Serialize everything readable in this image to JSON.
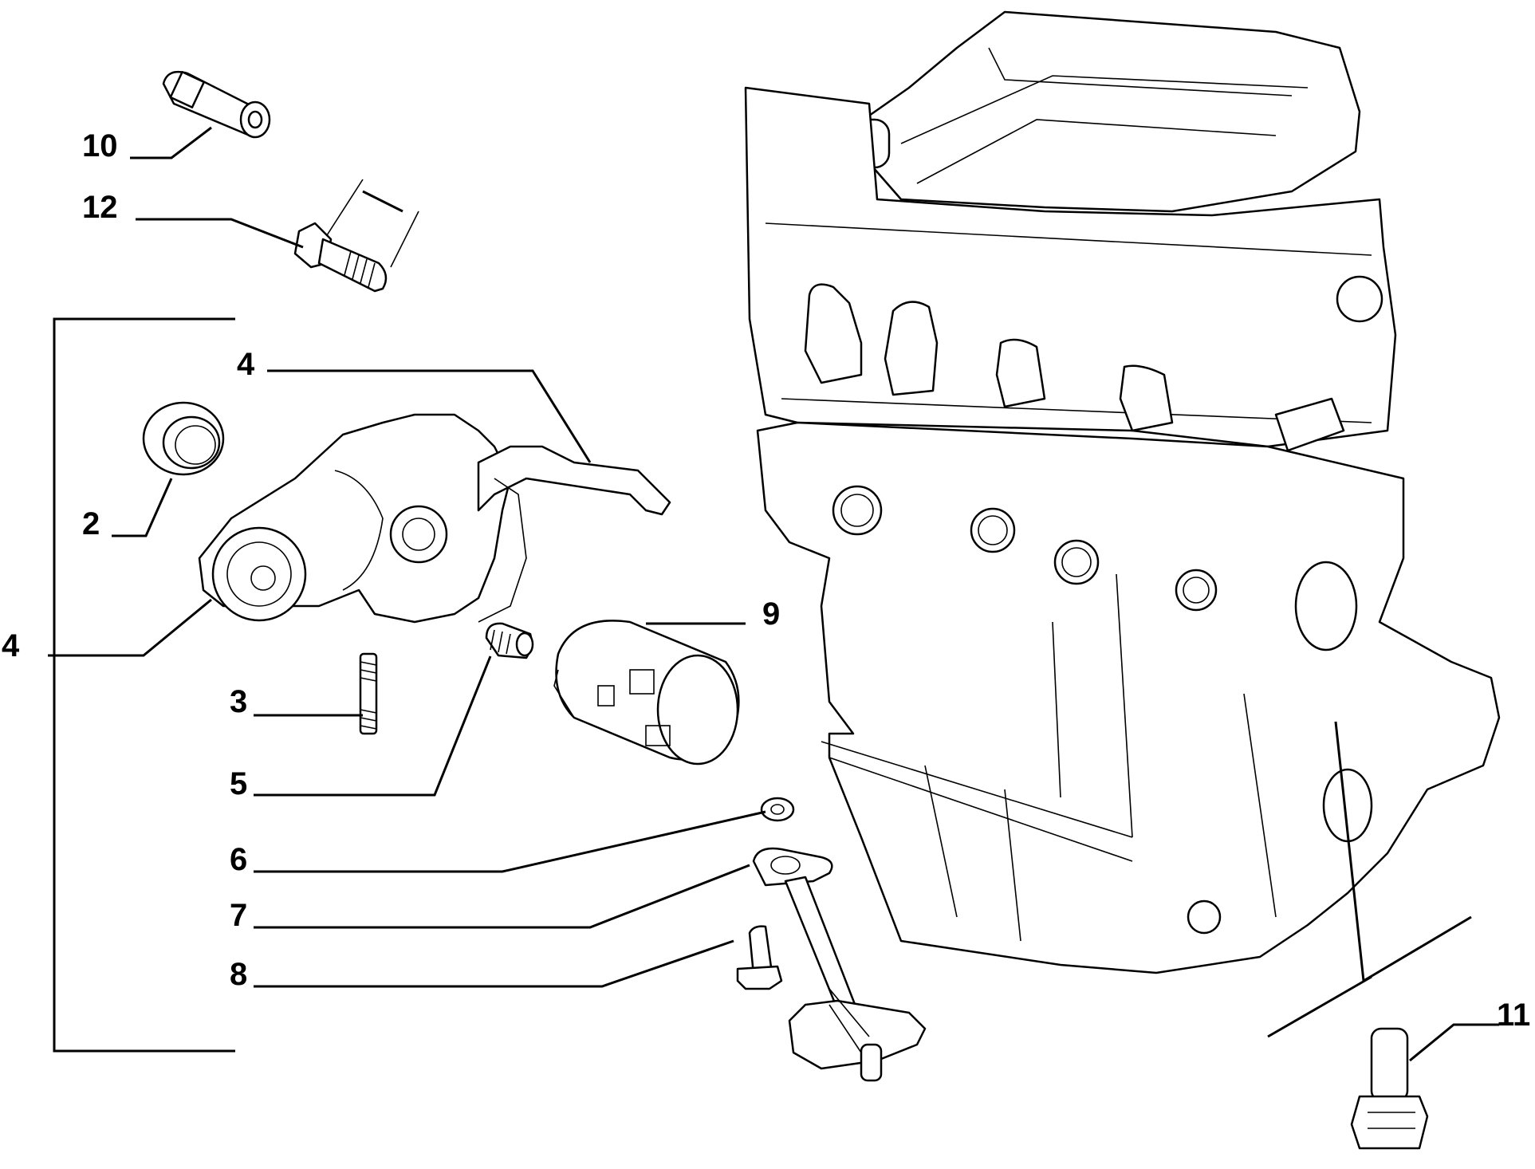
{
  "colors": {
    "line": "#000000",
    "background": "#ffffff"
  },
  "callouts": {
    "c10": "10",
    "c12": "12",
    "c4_top": "4",
    "c2": "2",
    "c4_left": "4",
    "c3": "3",
    "c5": "5",
    "c9": "9",
    "c6": "6",
    "c7": "7",
    "c8": "8",
    "c11": "11"
  }
}
